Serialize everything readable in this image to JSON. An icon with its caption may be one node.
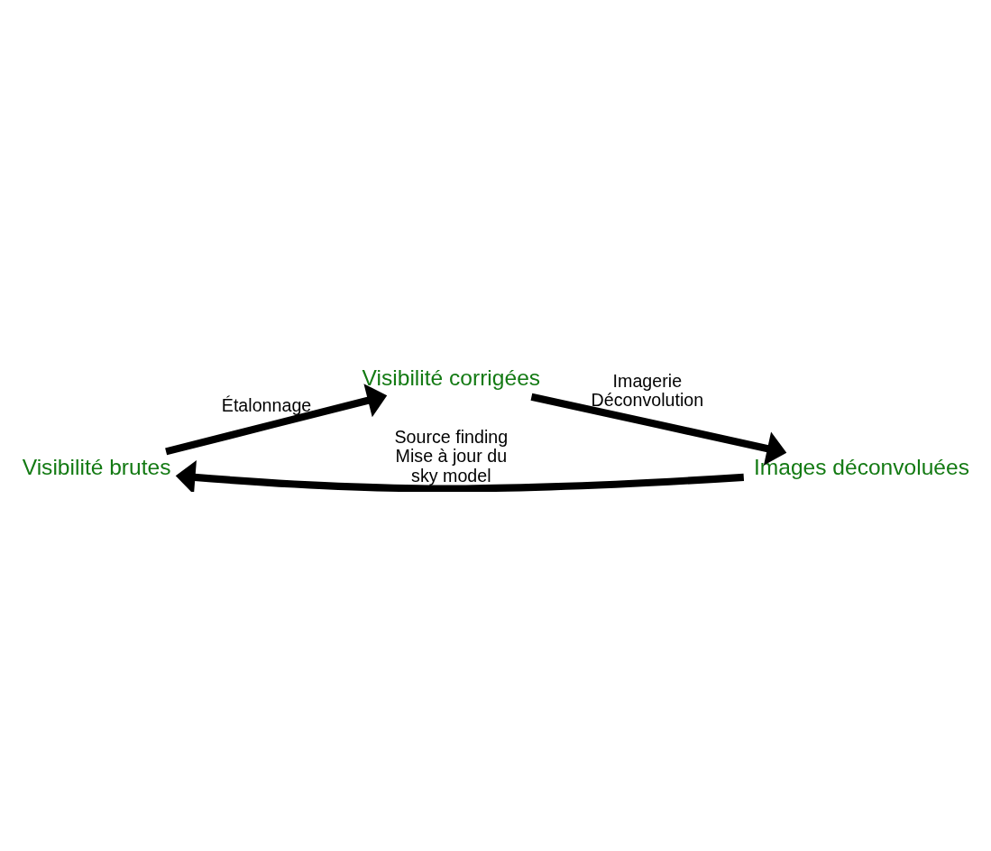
{
  "diagram": {
    "nodes": [
      {
        "text": [
          "Visibilité brutes"
        ]
      },
      {
        "text": [
          "Visibilité corrigées"
        ]
      },
      {
        "text": [
          "Images déconvoluées"
        ]
      }
    ],
    "edges": [
      {
        "from": 0,
        "to": 1,
        "arrow": "to",
        "label": "Étalonnage"
      },
      {
        "from": 1,
        "to": 2,
        "arrow": "to",
        "label": "Imagerie Déconvolution"
      },
      {
        "from": 2,
        "to": 0,
        "arrow": "to",
        "label": "Source finding Mise à jour du sky model"
      }
    ]
  }
}
